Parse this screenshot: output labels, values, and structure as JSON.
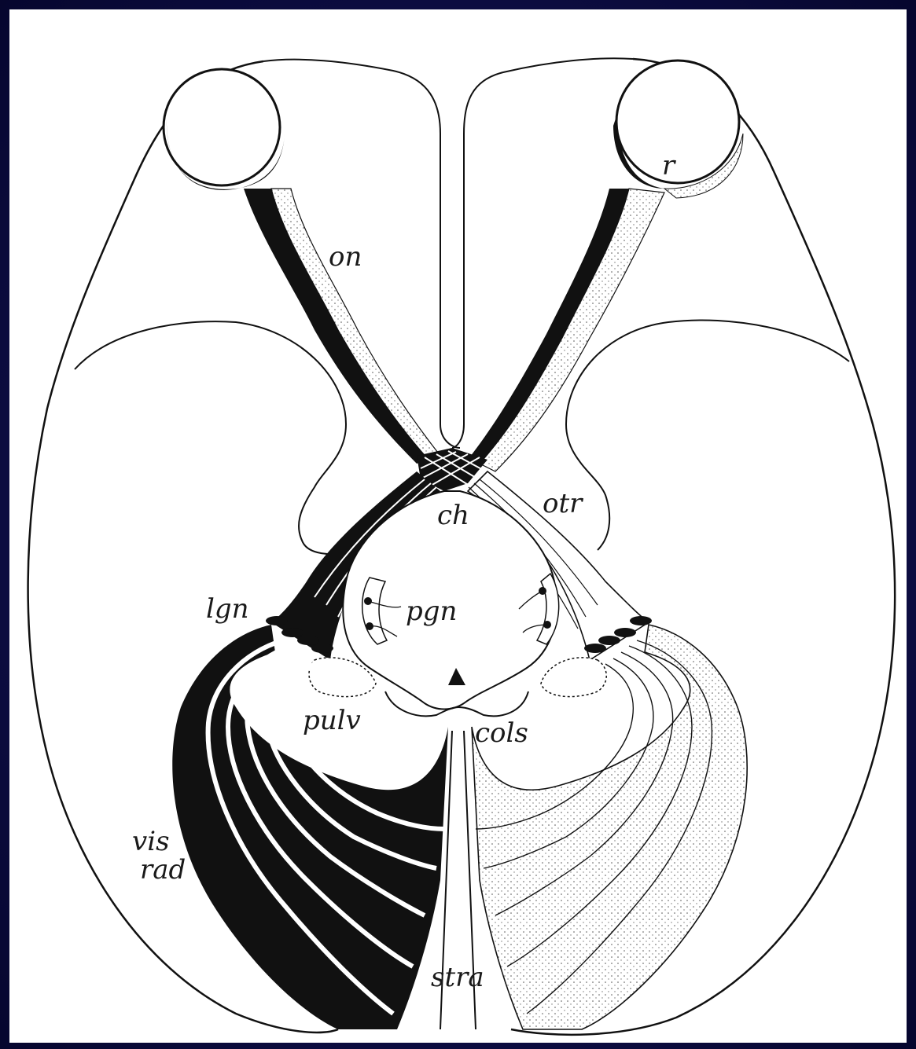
{
  "diagram": {
    "labels": {
      "r": "r",
      "on": "on",
      "ch": "ch",
      "otr": "otr",
      "lgn": "lgn",
      "pgn": "pgn",
      "pulv": "pulv",
      "cols": "cols",
      "vis": "vis",
      "rad": "rad",
      "stra": "stra"
    },
    "colors": {
      "background_border": "#0b0b3d",
      "panel": "#ffffff",
      "ink": "#111111",
      "stipple": "#d8d8d8"
    }
  }
}
